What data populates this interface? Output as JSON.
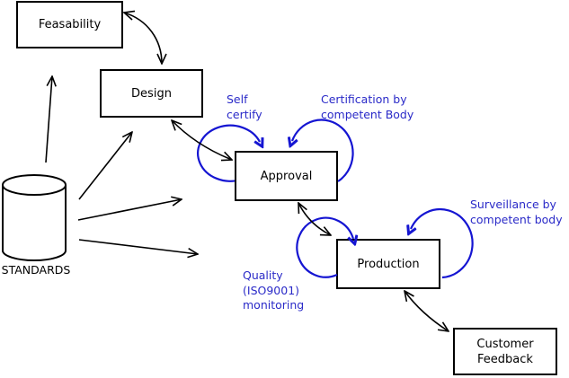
{
  "nodes": {
    "feasability": {
      "label": "Feasability"
    },
    "design": {
      "label": "Design"
    },
    "approval": {
      "label": "Approval"
    },
    "production": {
      "label": "Production"
    },
    "customer_feedback": {
      "label": "Customer\nFeedback"
    },
    "standards": {
      "label": "STANDARDS"
    }
  },
  "annotations": {
    "self_certify": {
      "label": "Self\ncertify"
    },
    "certification": {
      "label": "Certification by\ncompetent Body"
    },
    "surveillance": {
      "label": "Surveillance by\ncompetent body"
    },
    "quality_monitoring": {
      "label": "Quality\n(ISO9001)\nmonitoring"
    }
  },
  "colors": {
    "annotation_blue": "#2a2ac8",
    "loop_blue": "#1515d2",
    "line_black": "#000000",
    "background": "#ffffff"
  }
}
